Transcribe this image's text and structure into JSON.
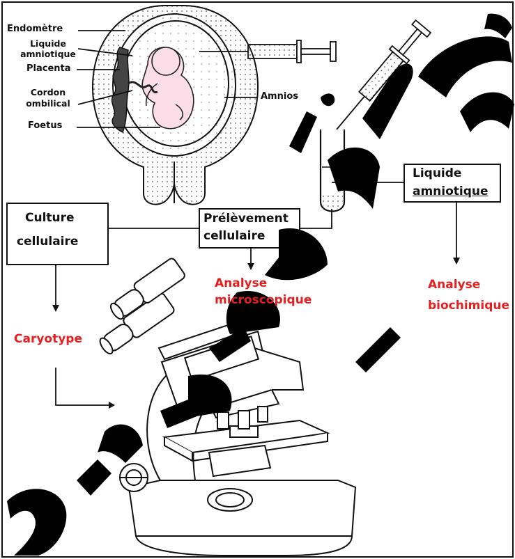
{
  "labels": {
    "endometre": "Endomètre",
    "liquide_amniotique_top_1": "Liquide",
    "liquide_amniotique_top_2": "amniotique",
    "placenta": "Placenta",
    "cordon_1": "Cordon",
    "cordon_2": "ombilical",
    "foetus": "Foetus",
    "amnios": "Amnios"
  },
  "boxes": {
    "culture_line1": "Culture",
    "culture_line2": "cellulaire",
    "prelevement_line1": "Prélèvement",
    "prelevement_line2": "cellulaire",
    "liquide_line1": "Liquide",
    "liquide_line2": "amniotique"
  },
  "outcomes": {
    "caryotype": "Caryotype",
    "analyse_micro_1": "Analyse",
    "analyse_micro_2": "microscopique",
    "analyse_bio_1": "Analyse",
    "analyse_bio_2": "biochimique"
  },
  "colors": {
    "outcome_text": "#e41f1f",
    "watermark": "#000000",
    "line": "#111111"
  },
  "watermark_text": "معهد التربية والتعليم"
}
